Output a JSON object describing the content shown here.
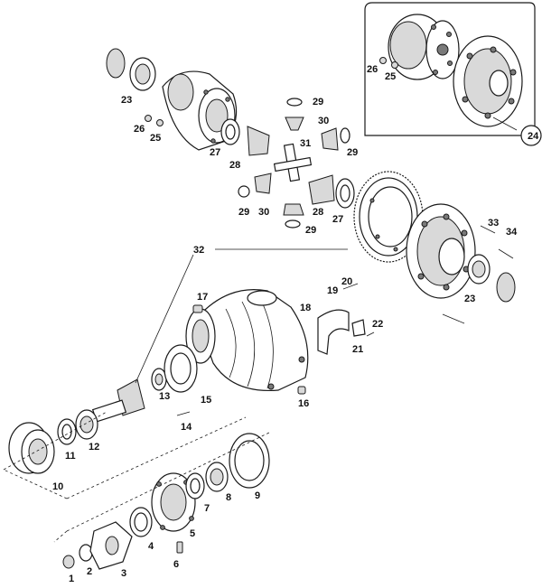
{
  "labels": {
    "l1": "1",
    "l2": "2",
    "l3": "3",
    "l4": "4",
    "l5": "5",
    "l6": "6",
    "l7": "7",
    "l8": "8",
    "l9": "9",
    "l10": "10",
    "l11": "11",
    "l12": "12",
    "l13": "13",
    "l14": "14",
    "l15": "15",
    "l16": "16",
    "l17": "17",
    "l18": "18",
    "l19": "19",
    "l20": "20",
    "l21": "21",
    "l22": "22",
    "l23a": "23",
    "l23b": "23",
    "l24": "24",
    "l25a": "25",
    "l25b": "25",
    "l26a": "26",
    "l26b": "26",
    "l27a": "27",
    "l27b": "27",
    "l28a": "28",
    "l28b": "28",
    "l29a": "29",
    "l29b": "29",
    "l29c": "29",
    "l29d": "29",
    "l30a": "30",
    "l30b": "30",
    "l31": "31",
    "l32": "32",
    "l33": "33",
    "l34": "34"
  }
}
